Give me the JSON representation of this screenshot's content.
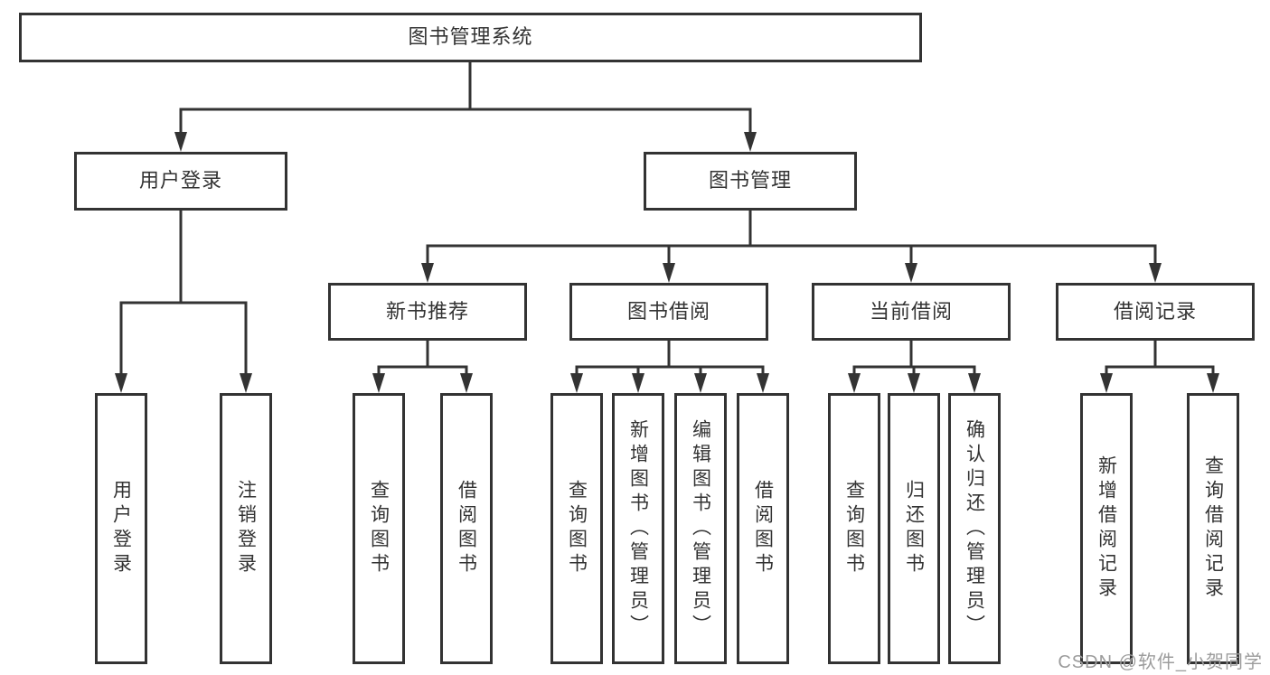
{
  "tree": {
    "root": {
      "label": "图书管理系统",
      "children": [
        {
          "label": "用户登录",
          "children": [
            {
              "label": "用户登录"
            },
            {
              "label": "注销登录"
            }
          ]
        },
        {
          "label": "图书管理",
          "children": [
            {
              "label": "新书推荐",
              "children": [
                {
                  "label": "查询图书"
                },
                {
                  "label": "借阅图书"
                }
              ]
            },
            {
              "label": "图书借阅",
              "children": [
                {
                  "label": "查询图书"
                },
                {
                  "label": "新增图书（管理员）"
                },
                {
                  "label": "编辑图书（管理员）"
                },
                {
                  "label": "借阅图书"
                }
              ]
            },
            {
              "label": "当前借阅",
              "children": [
                {
                  "label": "查询图书"
                },
                {
                  "label": "归还图书"
                },
                {
                  "label": "确认归还（管理员）"
                }
              ]
            },
            {
              "label": "借阅记录",
              "children": [
                {
                  "label": "新增借阅记录"
                },
                {
                  "label": "查询借阅记录"
                }
              ]
            }
          ]
        }
      ]
    }
  },
  "watermark": {
    "text": "CSDN @软件_小贺同学"
  },
  "colors": {
    "line": "#333333",
    "box_border": "#333333",
    "text": "#333333",
    "watermark": "#9c9c9c",
    "background": "#ffffff"
  }
}
